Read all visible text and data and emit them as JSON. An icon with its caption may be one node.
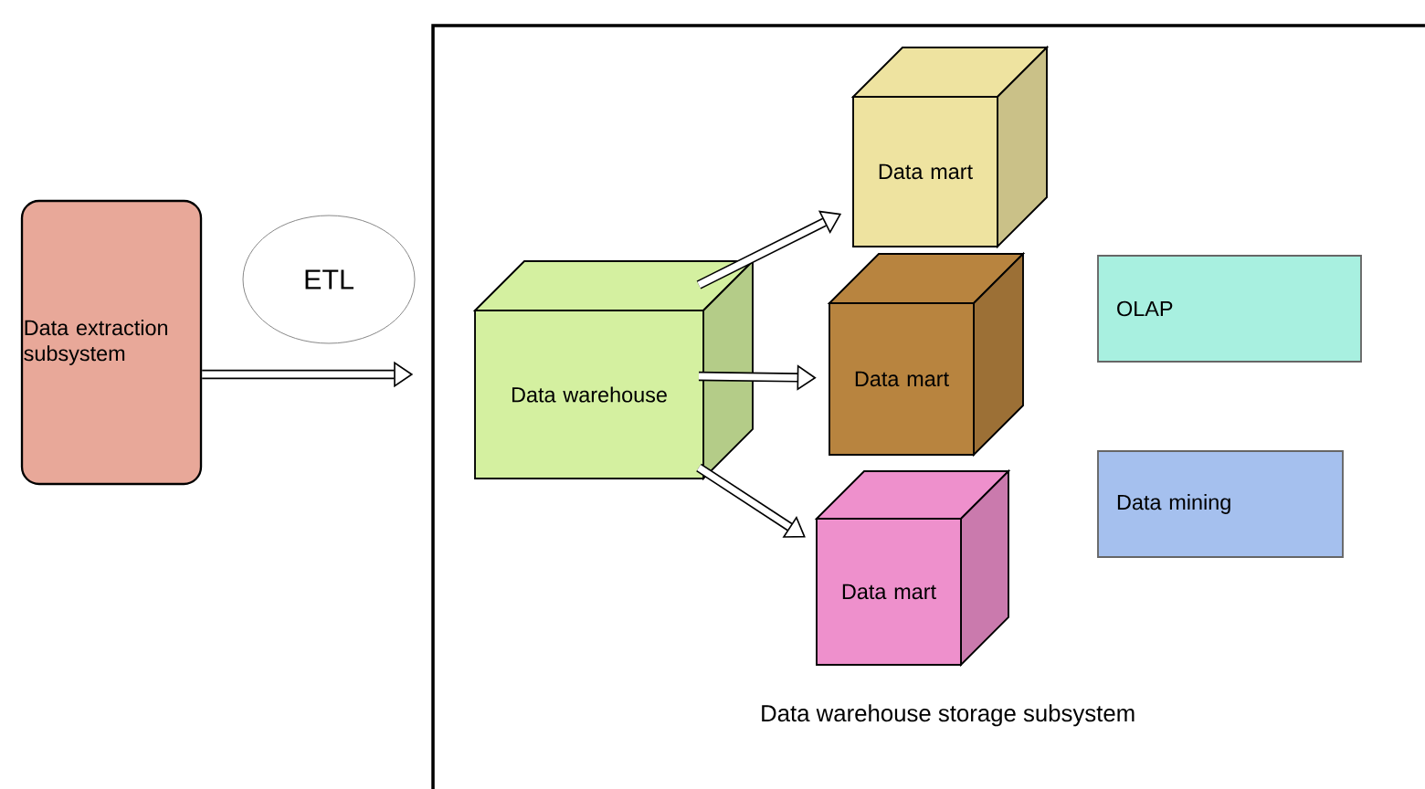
{
  "diagram": {
    "nodes": [
      {
        "text": [
          "Data extraction subsystem"
        ]
      },
      {
        "text": [
          "ETL"
        ]
      },
      {
        "text": [
          "Data warehouse storage subsystem"
        ]
      },
      {
        "text": [
          "Data warehouse"
        ],
        "in": 2
      },
      {
        "text": [
          "Data mart"
        ],
        "in": 2
      },
      {
        "text": [
          "Data mart"
        ],
        "in": 2
      },
      {
        "text": [
          "Data mart"
        ],
        "in": 2
      },
      {
        "text": [
          "OLAP"
        ],
        "in": 2
      },
      {
        "text": [
          "Data mining"
        ],
        "in": 2
      }
    ],
    "edges": [
      {
        "from": 0,
        "to": 2,
        "arrow": "to"
      },
      {
        "from": 3,
        "to": 4,
        "arrow": "to"
      },
      {
        "from": 3,
        "to": 5,
        "arrow": "to"
      },
      {
        "from": 3,
        "to": 6,
        "arrow": "to"
      }
    ]
  }
}
